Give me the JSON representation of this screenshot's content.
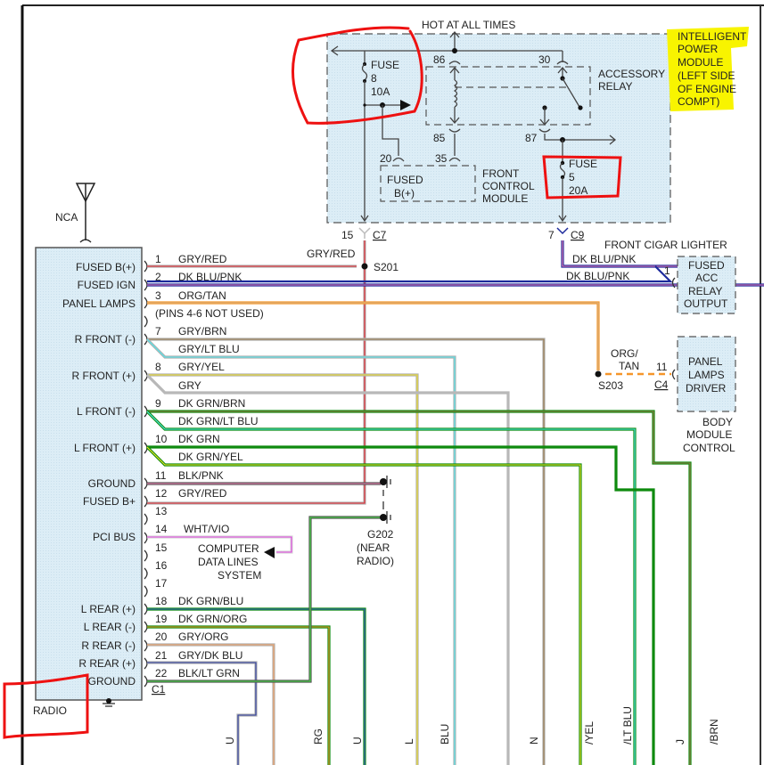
{
  "title": "Radio wiring diagram",
  "ipm": {
    "label_lines": [
      "INTELLIGENT",
      "POWER",
      "MODULE",
      "(LEFT SIDE",
      "OF ENGINE",
      "COMPT)"
    ],
    "hot_label": "HOT AT ALL TIMES",
    "fuse8": {
      "label": "FUSE",
      "number": "8",
      "rating": "10A"
    },
    "fuse5": {
      "label": "FUSE",
      "number": "5",
      "rating": "20A"
    },
    "relay_lines": [
      "ACCESSORY",
      "RELAY"
    ],
    "pins": {
      "p86": "86",
      "p30": "30",
      "p85": "85",
      "p87": "87",
      "p20": "20",
      "p35": "35"
    },
    "fcm_box_lines": [
      "FUSED",
      "B(+)"
    ],
    "fcm_label_lines": [
      "FRONT",
      "CONTROL",
      "MODULE"
    ],
    "c7": {
      "pin": "15",
      "connector": "C7"
    },
    "c9": {
      "pin": "7",
      "connector": "C9"
    }
  },
  "antenna": {
    "label": "NCA"
  },
  "radio": {
    "name": "RADIO",
    "connector": "C1",
    "pin_labels": [
      {
        "text": "FUSED B(+)"
      },
      {
        "text": "FUSED IGN"
      },
      {
        "text": "PANEL LAMPS"
      },
      {
        "text": "R FRONT (-)"
      },
      {
        "text": "R FRONT (+)"
      },
      {
        "text": "L FRONT (-)"
      },
      {
        "text": "L FRONT (+)"
      },
      {
        "text": "GROUND"
      },
      {
        "text": "FUSED B+"
      },
      {
        "text": "PCI BUS"
      },
      {
        "text": "L REAR (+)"
      },
      {
        "text": "L REAR (-)"
      },
      {
        "text": "R REAR (-)"
      },
      {
        "text": "R REAR (+)"
      },
      {
        "text": "GROUND"
      }
    ]
  },
  "wires": [
    {
      "pin": "1",
      "color_name": "GRY/RED",
      "base": "#b0b0b0",
      "stripe": "#e8202a"
    },
    {
      "pin": "2",
      "color_name": "DK BLU/PNK",
      "base": "#1c2a9c",
      "stripe": "#f07ab0"
    },
    {
      "pin": "3",
      "color_name": "ORG/TAN",
      "base": "#f5962a",
      "stripe": "#d4b48a"
    },
    {
      "pin": "",
      "color_name": "(PINS 4-6 NOT USED)"
    },
    {
      "pin": "7",
      "color_name": "GRY/BRN",
      "base": "#b0b0b0",
      "stripe": "#9a7a4a"
    },
    {
      "pin": "",
      "color_name": "GRY/LT BLU",
      "base": "#b0b0b0",
      "stripe": "#4ee8ee"
    },
    {
      "pin": "8",
      "color_name": "GRY/YEL",
      "base": "#b0b0b0",
      "stripe": "#f0e020"
    },
    {
      "pin": "",
      "color_name": "GRY",
      "base": "#b8b8b8",
      "stripe": "#b8b8b8"
    },
    {
      "pin": "9",
      "color_name": "DK GRN/BRN",
      "base": "#0e8a0e",
      "stripe": "#9a7a4a"
    },
    {
      "pin": "",
      "color_name": "DK GRN/LT BLU",
      "base": "#0e8a0e",
      "stripe": "#4ee8ee"
    },
    {
      "pin": "10",
      "color_name": "DK GRN",
      "base": "#0e8a0e",
      "stripe": "#0e8a0e"
    },
    {
      "pin": "",
      "color_name": "DK GRN/YEL",
      "base": "#0e8a0e",
      "stripe": "#f0e020"
    },
    {
      "pin": "11",
      "color_name": "BLK/PNK",
      "base": "#555555",
      "stripe": "#f07ab0"
    },
    {
      "pin": "12",
      "color_name": "GRY/RED",
      "base": "#b0b0b0",
      "stripe": "#f08080"
    },
    {
      "pin": "13",
      "color_name": ""
    },
    {
      "pin": "14",
      "color_name": "WHT/VIO",
      "base": "#d8d8d8",
      "stripe": "#e040e0"
    },
    {
      "pin": "15",
      "color_name": ""
    },
    {
      "pin": "16",
      "color_name": ""
    },
    {
      "pin": "17",
      "color_name": ""
    },
    {
      "pin": "18",
      "color_name": "DK GRN/BLU",
      "base": "#0e8a0e",
      "stripe": "#3a5ac8"
    },
    {
      "pin": "19",
      "color_name": "DK GRN/ORG",
      "base": "#0e8a0e",
      "stripe": "#f5962a"
    },
    {
      "pin": "20",
      "color_name": "GRY/ORG",
      "base": "#b0b0b0",
      "stripe": "#f5a060"
    },
    {
      "pin": "21",
      "color_name": "GRY/DK BLU",
      "base": "#b0b0b0",
      "stripe": "#2a3aa0"
    },
    {
      "pin": "22",
      "color_name": "BLK/LT GRN",
      "base": "#555555",
      "stripe": "#40e040"
    }
  ],
  "splices": {
    "s201": {
      "name": "S201",
      "wire": "GRY/RED"
    },
    "s203": {
      "name": "S203",
      "wire_lines": [
        "ORG/",
        "TAN"
      ]
    }
  },
  "ground": {
    "name": "G202",
    "lines": [
      "(NEAR",
      "RADIO)"
    ]
  },
  "pci": {
    "lines": [
      "COMPUTER",
      "DATA LINES",
      "SYSTEM"
    ]
  },
  "cigar": {
    "title": "FRONT CIGAR LIGHTER",
    "wire_upper": "DK BLU/PNK",
    "wire_lower": "DK BLU/PNK",
    "pin": "1",
    "box_lines": [
      "FUSED",
      "ACC",
      "RELAY",
      "OUTPUT"
    ]
  },
  "bcm": {
    "pin": "11",
    "connector": "C4",
    "box_lines": [
      "PANEL",
      "LAMPS",
      "DRIVER"
    ],
    "label_lines": [
      "BODY",
      "MODULE",
      "CONTROL"
    ]
  },
  "bottom_wire_labels": [
    "U",
    "RG",
    "U",
    "L",
    "BLU",
    "N",
    "/YEL",
    "/LT BLU",
    "J",
    "/BRN"
  ],
  "annotations": {
    "highlight_color": "#f8f400",
    "markup_color": "#ee1111"
  }
}
